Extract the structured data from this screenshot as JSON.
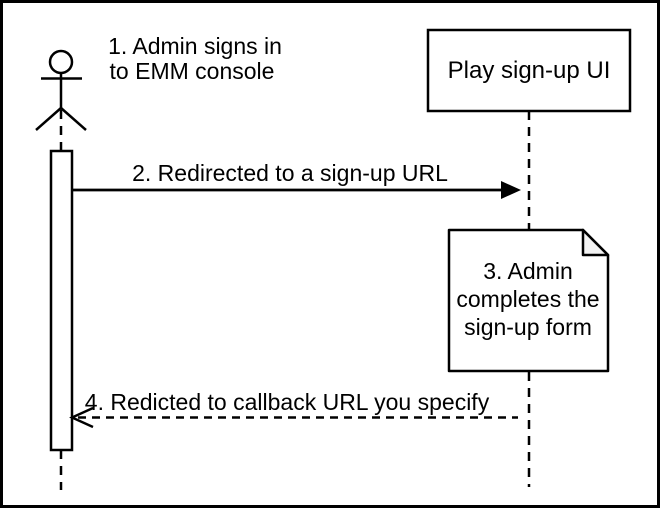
{
  "diagram": {
    "type": "sequence-diagram",
    "actor": {
      "name": "Admin",
      "label_lines": [
        "1. Admin signs in",
        "to EMM console"
      ]
    },
    "participant": {
      "label": "Play sign-up UI"
    },
    "messages": [
      {
        "label": "2. Redirected to a sign-up URL",
        "line_style": "solid",
        "arrowhead": "filled",
        "from": "admin",
        "to": "play-sign-up-ui"
      },
      {
        "label": "4. Redicted to callback URL you specify",
        "line_style": "dashed",
        "arrowhead": "open",
        "from": "play-sign-up-ui",
        "to": "admin"
      }
    ],
    "note": {
      "label_lines": [
        "3. Admin",
        "completes the",
        "sign-up form"
      ]
    },
    "colors": {
      "stroke": "#000000",
      "fill": "#ffffff",
      "note_fold": "#f2f2f2"
    }
  }
}
